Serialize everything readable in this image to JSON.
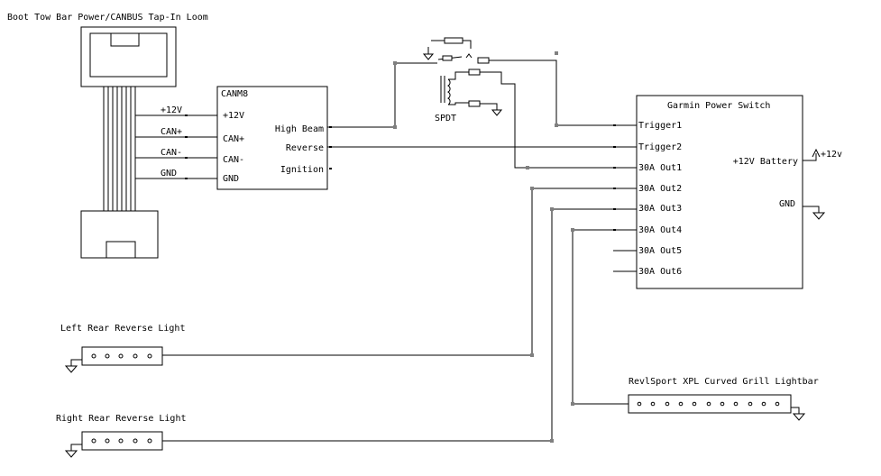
{
  "title": "Boot Tow Bar Power/CANBUS Tap-In Loom",
  "loom_labels": [
    "+12V",
    "CAN+",
    "CAN-",
    "GND"
  ],
  "canm8": {
    "name": "CANM8",
    "inputs": [
      "+12V",
      "CAN+",
      "CAN-",
      "GND"
    ],
    "outputs": [
      "High Beam",
      "Reverse",
      "Ignition"
    ]
  },
  "spdt": {
    "label": "SPDT"
  },
  "garmin": {
    "name": "Garmin Power Switch",
    "left_pins": [
      "Trigger1",
      "Trigger2",
      "30A Out1",
      "30A Out2",
      "30A Out3",
      "30A Out4",
      "30A Out5",
      "30A Out6"
    ],
    "battery_label": "+12V Battery",
    "gnd_label": "GND",
    "supply_label": "+12v"
  },
  "left_light": {
    "label": "Left Rear Reverse Light"
  },
  "right_light": {
    "label": "Right Rear Reverse Light"
  },
  "lightbar": {
    "label": "RevlSport XPL Curved Grill Lightbar"
  }
}
